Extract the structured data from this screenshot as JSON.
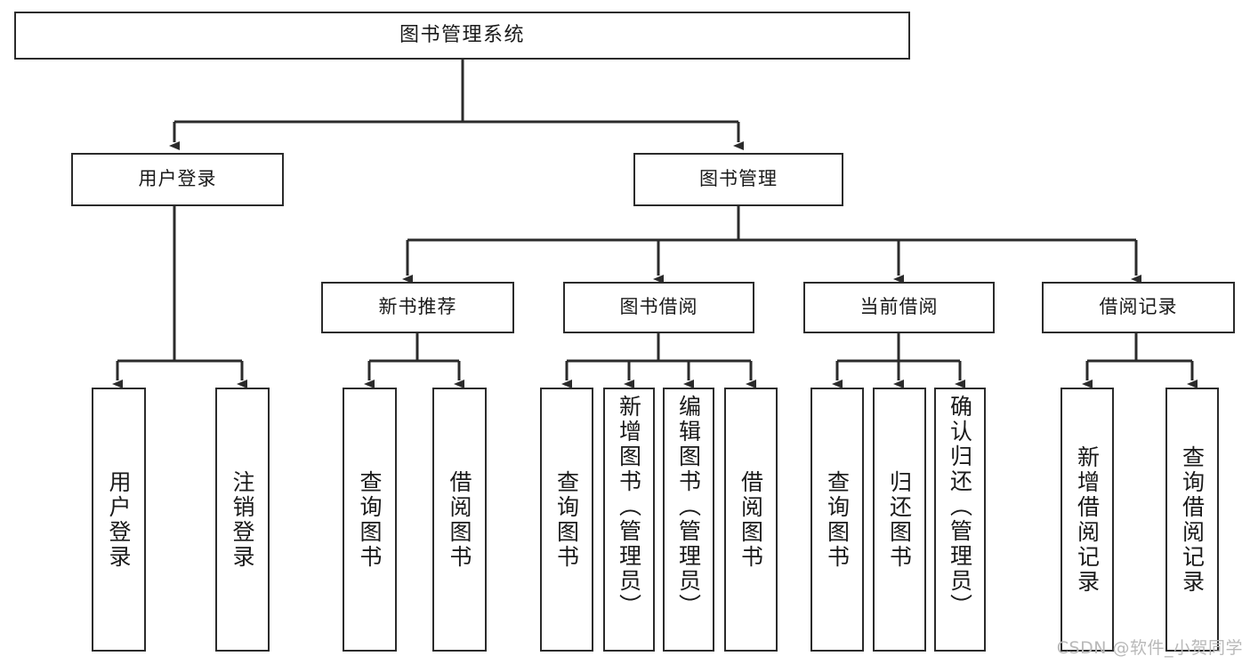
{
  "diagram": {
    "title": "图书管理系统",
    "type": "tree",
    "orientation": "top-down",
    "colors": {
      "node_border": "#2b2b2b",
      "node_fill": "#ffffff",
      "edge": "#2b2b2b",
      "text": "#1a1a1a",
      "watermark": "#b9b9b9"
    }
  },
  "nodes": {
    "root": {
      "label": "图书管理系统"
    },
    "tier2": [
      {
        "id": "user-login",
        "label": "用户登录"
      },
      {
        "id": "book-manage",
        "label": "图书管理"
      }
    ],
    "tier3": [
      {
        "id": "new-book-recommend",
        "label": "新书推荐"
      },
      {
        "id": "book-borrow",
        "label": "图书借阅"
      },
      {
        "id": "current-borrow",
        "label": "当前借阅"
      },
      {
        "id": "borrow-record",
        "label": "借阅记录"
      }
    ],
    "leaves": {
      "user-login": [
        {
          "id": "leaf-user-login",
          "label": "用户登录"
        },
        {
          "id": "leaf-logout-login",
          "label": "注销登录"
        }
      ],
      "new-book-recommend": [
        {
          "id": "leaf-query-book-1",
          "label": "查询图书"
        },
        {
          "id": "leaf-borrow-book-1",
          "label": "借阅图书"
        }
      ],
      "book-borrow": [
        {
          "id": "leaf-query-book-2",
          "label": "查询图书"
        },
        {
          "id": "leaf-add-book",
          "label": "新增图书（管理员）"
        },
        {
          "id": "leaf-edit-book",
          "label": "编辑图书（管理员）"
        },
        {
          "id": "leaf-borrow-book-2",
          "label": "借阅图书"
        }
      ],
      "current-borrow": [
        {
          "id": "leaf-query-book-3",
          "label": "查询图书"
        },
        {
          "id": "leaf-return-book",
          "label": "归还图书"
        },
        {
          "id": "leaf-confirm-return",
          "label": "确认归还（管理员）"
        }
      ],
      "borrow-record": [
        {
          "id": "leaf-add-record",
          "label": "新增借阅记录"
        },
        {
          "id": "leaf-query-record",
          "label": "查询借阅记录"
        }
      ]
    }
  },
  "watermark": {
    "text": "CSDN @软件_小贺同学"
  }
}
